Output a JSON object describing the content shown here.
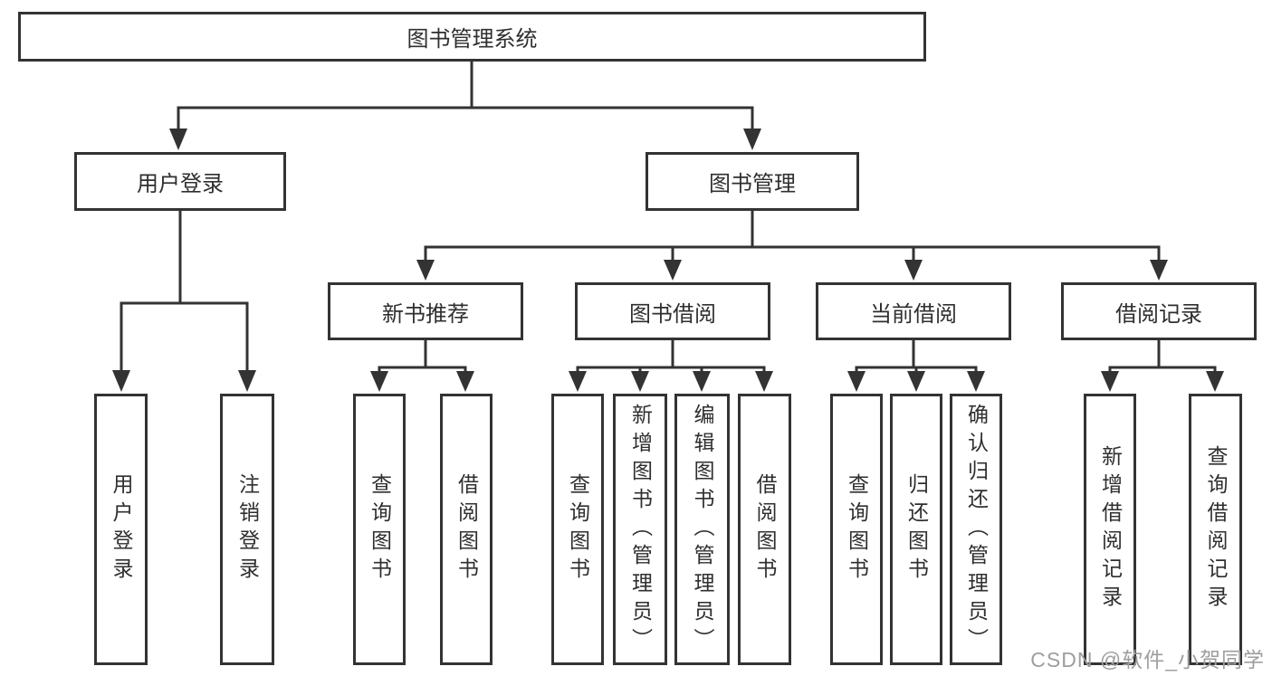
{
  "colors": {
    "line": "#333333",
    "text": "#2f2f2f",
    "box_bg": "#ffffff",
    "watermark": "#9e9e9e"
  },
  "tree": {
    "root": "图书管理系统",
    "level2": [
      {
        "label": "用户登录"
      },
      {
        "label": "图书管理"
      }
    ],
    "level3": [
      {
        "label": "新书推荐"
      },
      {
        "label": "图书借阅"
      },
      {
        "label": "当前借阅"
      },
      {
        "label": "借阅记录"
      }
    ],
    "leaves": {
      "user_login": [
        "用户登录",
        "注销登录"
      ],
      "new_book": [
        "查询图书",
        "借阅图书"
      ],
      "book_borrow": [
        "查询图书",
        "新增图书（管理员）",
        "编辑图书（管理员）",
        "借阅图书"
      ],
      "current_borrow": [
        "查询图书",
        "归还图书",
        "确认归还（管理员）"
      ],
      "borrow_record": [
        "新增借阅记录",
        "查询借阅记录"
      ]
    }
  },
  "watermark": "CSDN @软件_小贺同学"
}
